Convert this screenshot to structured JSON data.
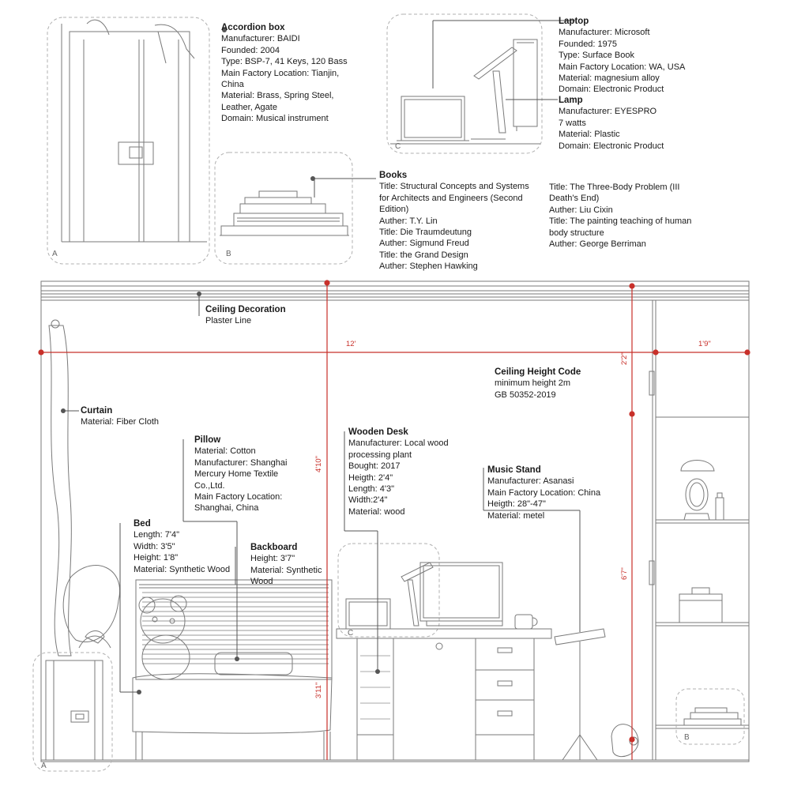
{
  "colors": {
    "line": "#7a7a7a",
    "ink": "#1a1a1a",
    "dimension": "#c8302a",
    "dashed": "#b0b0b0"
  },
  "detail_tags": {
    "a_top": "A",
    "b_top": "B",
    "c_top": "C",
    "a_bottom": "A",
    "b_bottom": "B",
    "c_bottom": "C"
  },
  "dimensions": {
    "room_width": "12'",
    "closet_width": "1'9\"",
    "ceiling_drop": "2'2\"",
    "desk_to_ceiling": "4'10\"",
    "closet_height": "6'7\"",
    "bed_height": "3'11\""
  },
  "annotations": {
    "accordion": {
      "title": "Accordion box",
      "lines": [
        "Manufacturer: BAIDI",
        "Founded: 2004",
        "Type: BSP-7, 41 Keys, 120 Bass",
        "Main Factory Location: Tianjin, China",
        "Material: Brass, Spring Steel, Leather, Agate",
        "Domain:  Musical instrument"
      ]
    },
    "laptop": {
      "title": "Laptop",
      "lines": [
        "Manufacturer: Microsoft",
        "Founded: 1975",
        "Type: Surface Book",
        "Main Factory Location: WA, USA",
        "Material: magnesium alloy",
        "Domain:  Electronic Product"
      ]
    },
    "lamp": {
      "title": "Lamp",
      "lines": [
        " Manufacturer: EYESPRO",
        "7 watts",
        "Material: Plastic",
        "Domain:  Electronic Product"
      ]
    },
    "books": {
      "title": "Books",
      "col1": [
        "Title: Structural Concepts and Systems for Architects and Engineers (Second Edition)",
        " Auther: T.Y. Lin",
        "Title: Die Traumdeutung",
        "Auther: Sigmund Freud",
        "Title:  the Grand Design",
        "Auther: Stephen Hawking"
      ],
      "col2": [
        "Title: The Three-Body Problem (III Death's End)",
        "Auther: Liu Cixin",
        "Title: The painting teaching of human body structure",
        "Auther: George Berriman"
      ]
    },
    "ceiling_decoration": {
      "title": "Ceiling Decoration",
      "lines": [
        "Plaster Line"
      ]
    },
    "ceiling_height_code": {
      "title": "Ceiling Height Code",
      "lines": [
        "minimum height 2m",
        "GB 50352-2019"
      ]
    },
    "curtain": {
      "title": "Curtain",
      "lines": [
        "Material: Fiber Cloth"
      ]
    },
    "pillow": {
      "title": "Pillow",
      "lines": [
        "Material: Cotton",
        "Manufacturer:  Shanghai Mercury Home Textile Co.,Ltd.",
        "Main Factory Location: Shanghai, China"
      ]
    },
    "wooden_desk": {
      "title": "Wooden Desk",
      "lines": [
        "Manufacturer: Local wood processing plant",
        "Bought: 2017",
        "Heigth: 2'4\"",
        "Length: 4'3\"",
        "Width:2'4\"",
        "Material: wood"
      ]
    },
    "music_stand": {
      "title": "Music Stand",
      "lines": [
        "Manufacturer: Asanasi",
        "Main Factory Location: China",
        "Heigth: 28\"-47\"",
        "Material: metel"
      ]
    },
    "bed": {
      "title": "Bed",
      "lines": [
        "Length: 7'4\"",
        "Width: 3'5\"",
        "Height: 1'8\"",
        "Material: Synthetic Wood"
      ]
    },
    "backboard": {
      "title": "Backboard",
      "lines": [
        "Height: 3'7\"",
        "Material: Synthetic Wood"
      ]
    }
  }
}
